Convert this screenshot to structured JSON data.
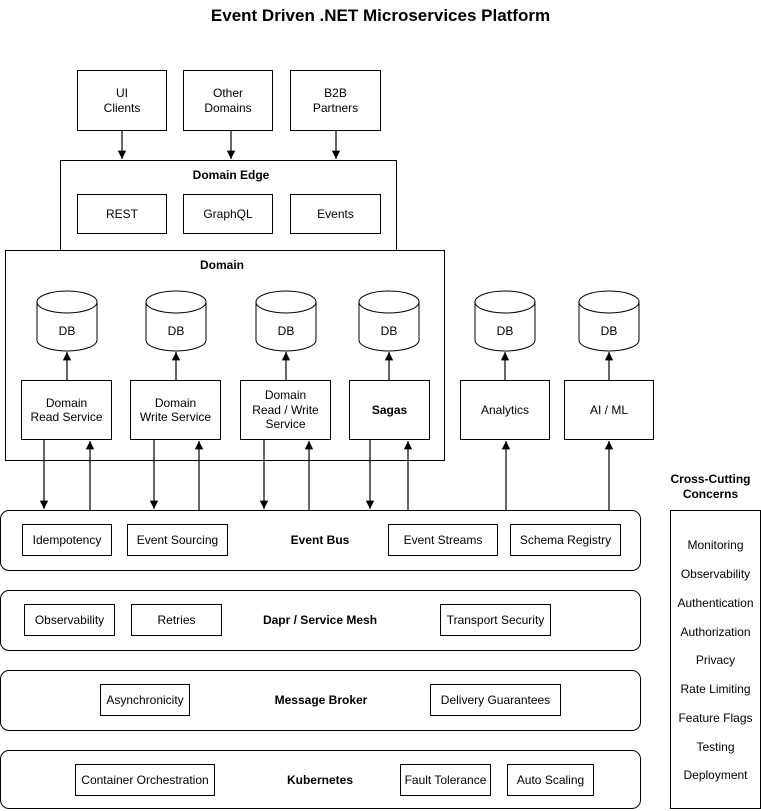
{
  "title": "Event Driven .NET Microservices Platform",
  "clients": [
    "UI\nClients",
    "Other\nDomains",
    "B2B\nPartners"
  ],
  "domain_edge": {
    "label": "Domain Edge",
    "items": [
      "REST",
      "GraphQL",
      "Events"
    ]
  },
  "domain": {
    "label": "Domain",
    "services": [
      "Domain\nRead Service",
      "Domain\nWrite Service",
      "Domain\nRead / Write\nService",
      "Sagas"
    ]
  },
  "external_services": [
    "Analytics",
    "AI / ML"
  ],
  "db_label": "DB",
  "layers": {
    "event_bus": {
      "label": "Event Bus",
      "items": [
        "Idempotency",
        "Event Sourcing",
        "Event Streams",
        "Schema Registry"
      ]
    },
    "dapr": {
      "label": "Dapr / Service Mesh",
      "items": [
        "Observability",
        "Retries",
        "Transport Security"
      ]
    },
    "broker": {
      "label": "Message Broker",
      "items": [
        "Asynchronicity",
        "Delivery Guarantees"
      ]
    },
    "kubernetes": {
      "label": "Kubernetes",
      "items": [
        "Container Orchestration",
        "Fault Tolerance",
        "Auto Scaling"
      ]
    }
  },
  "cross_cutting": {
    "title": "Cross-Cutting\nConcerns",
    "items": [
      "Monitoring",
      "Observability",
      "Authentication",
      "Authorization",
      "Privacy",
      "Rate Limiting",
      "Feature Flags",
      "Testing",
      "Deployment"
    ]
  }
}
